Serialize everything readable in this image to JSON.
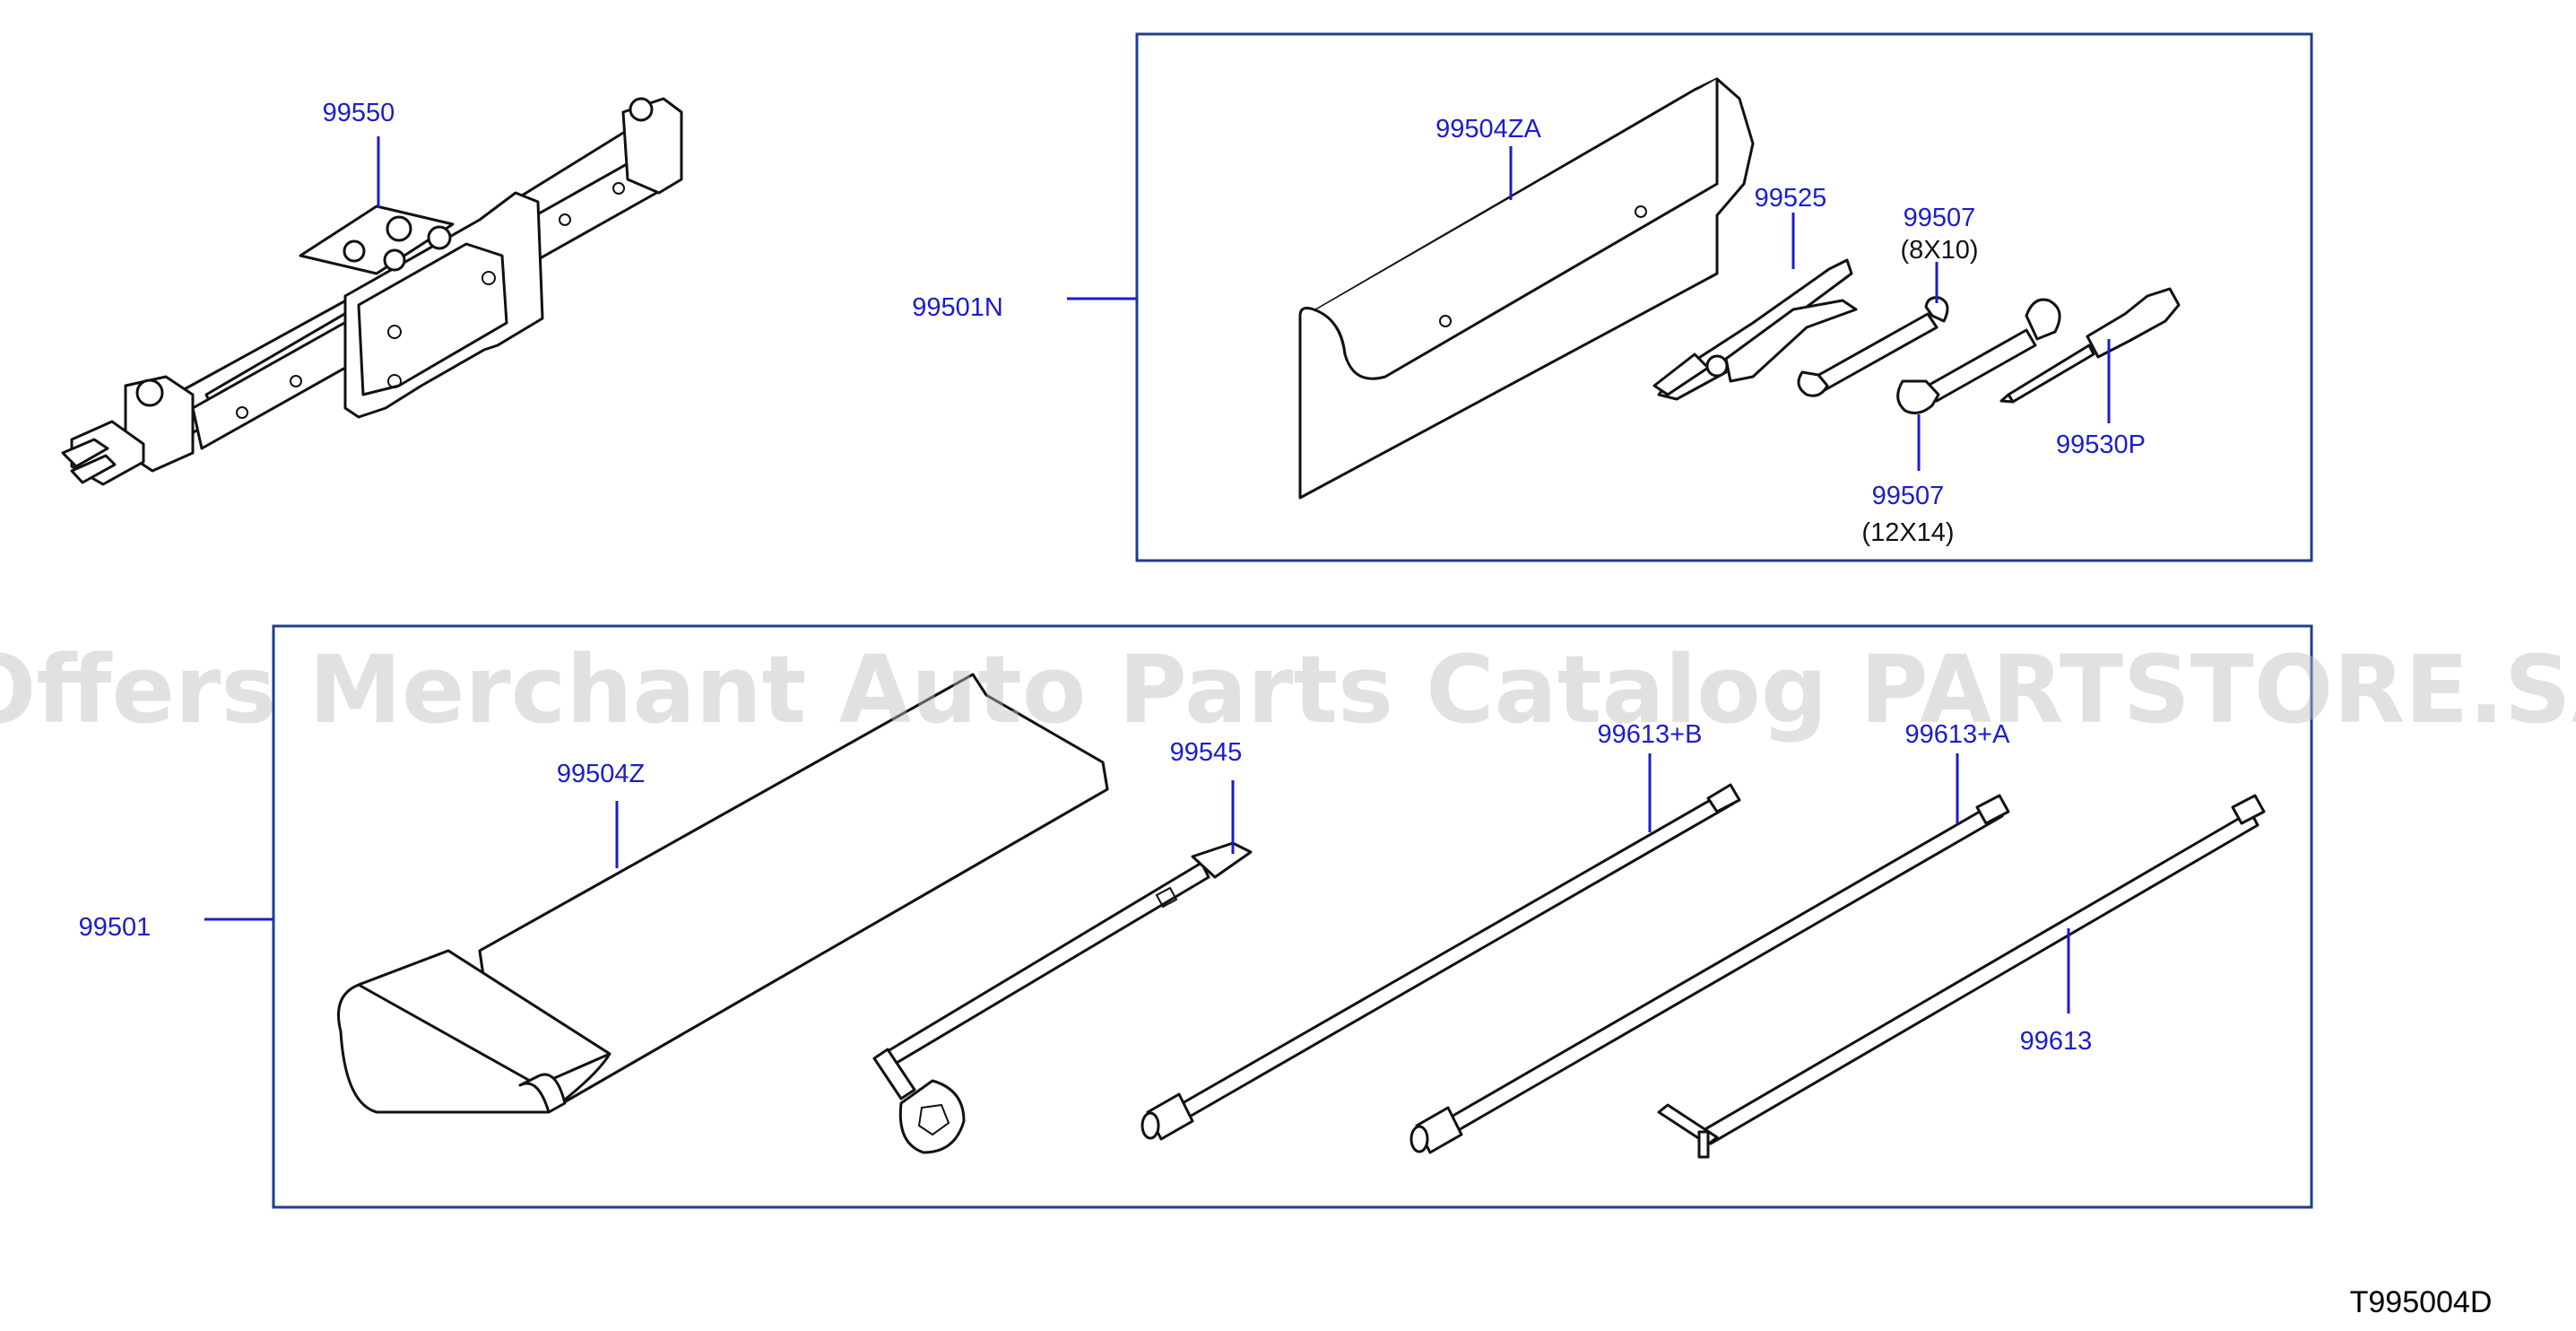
{
  "colors": {
    "label": "#1c1ccf",
    "box": "#1e3f8f",
    "ink": "#111111",
    "watermark": "#bdbdbd"
  },
  "watermark": "Offers Merchant Auto Parts Catalog PARTSTORE.SA",
  "diagram_code": "T995004D",
  "parts": {
    "jack": "99550",
    "tool_kit_upper": "99501N",
    "tool_bag_upper": "99504ZA",
    "pliers": "99525",
    "wrench_small": "99507",
    "wrench_small_size": "(8X10)",
    "wrench_large": "99507",
    "wrench_large_size": "(12X14)",
    "screwdriver": "99530P",
    "tool_kit_lower": "99501",
    "tool_bag_lower": "99504Z",
    "wheel_wrench": "99545",
    "jack_handle_b": "99613+B",
    "jack_handle_a": "99613+A",
    "jack_handle": "99613"
  }
}
